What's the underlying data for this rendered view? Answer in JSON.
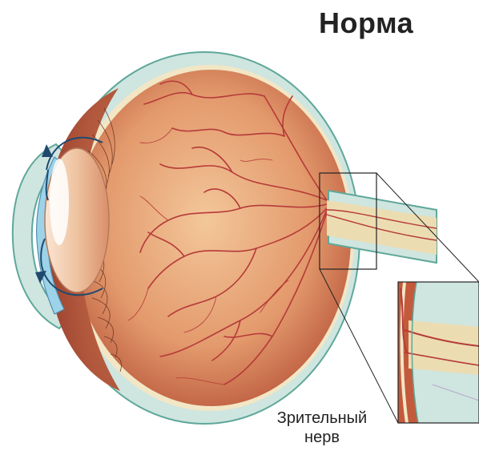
{
  "title": "Норма",
  "optic_nerve_label": {
    "line1": "Зрительный",
    "line2": "нерв"
  },
  "colors": {
    "sclera": "#cfe5e0",
    "sclera_edge": "#5fa89a",
    "retina_inner": "#f3c79a",
    "retina_outer": "#b8543a",
    "vessel": "#b63a3a",
    "lens": "#eec3a0",
    "cornea": "#9dd3e8",
    "nerve": "#ecdcb2",
    "arrow": "#1f4a6e"
  }
}
